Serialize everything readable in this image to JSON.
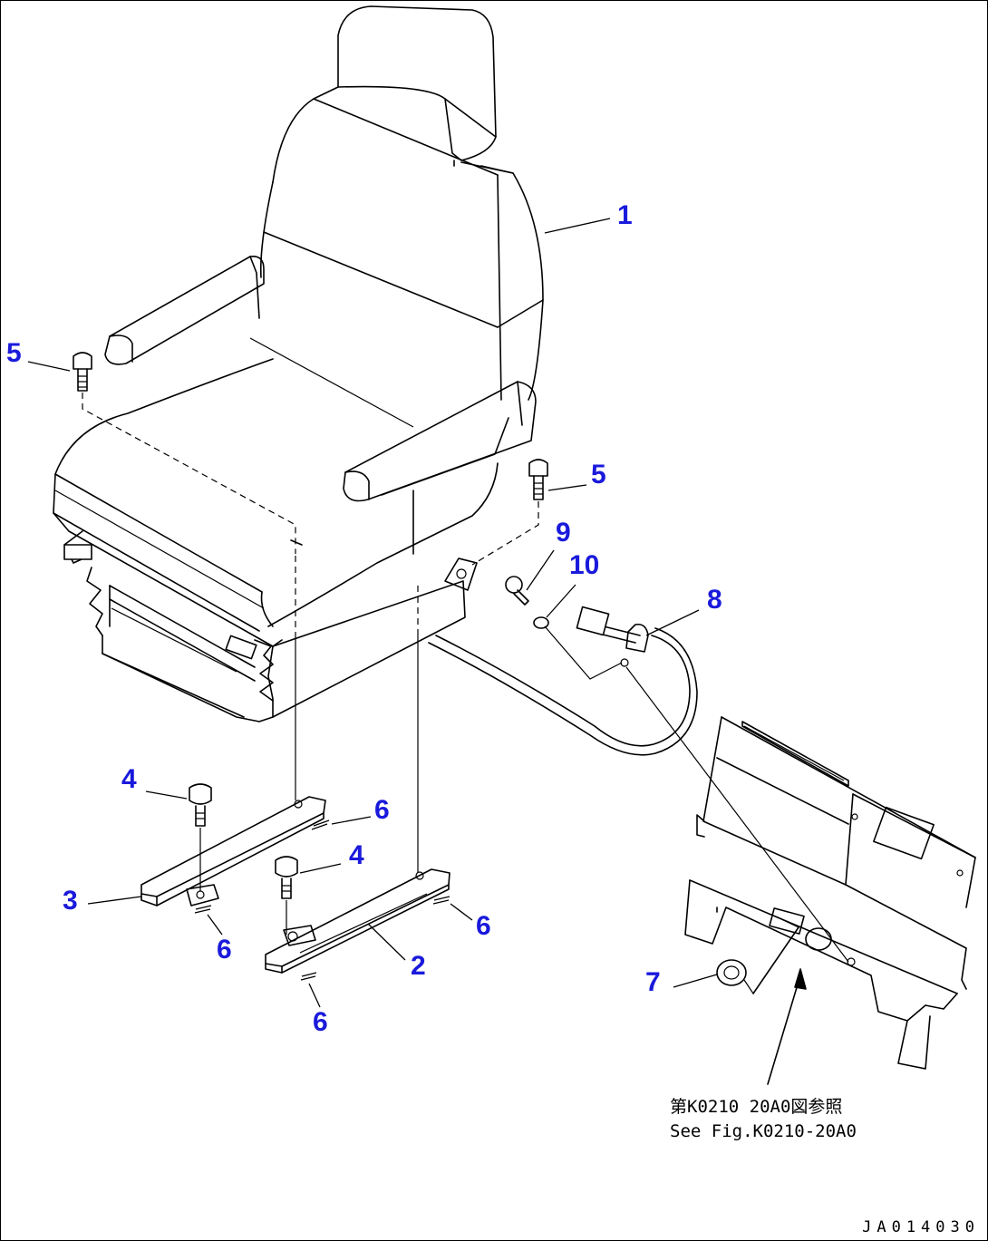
{
  "callouts": {
    "c1": "1",
    "c2": "2",
    "c3": "3",
    "c4a": "4",
    "c4b": "4",
    "c5a": "5",
    "c5b": "5",
    "c6a": "6",
    "c6b": "6",
    "c6c": "6",
    "c6d": "6",
    "c7": "7",
    "c8": "8",
    "c9": "9",
    "c10": "10"
  },
  "reference": {
    "line1": "第K0210 20A0図参照",
    "line2": "See Fig.K0210-20A0"
  },
  "drawing_number": "JA014030",
  "colors": {
    "callout": "#1a1adc",
    "line": "#000000",
    "background": "#ffffff"
  }
}
